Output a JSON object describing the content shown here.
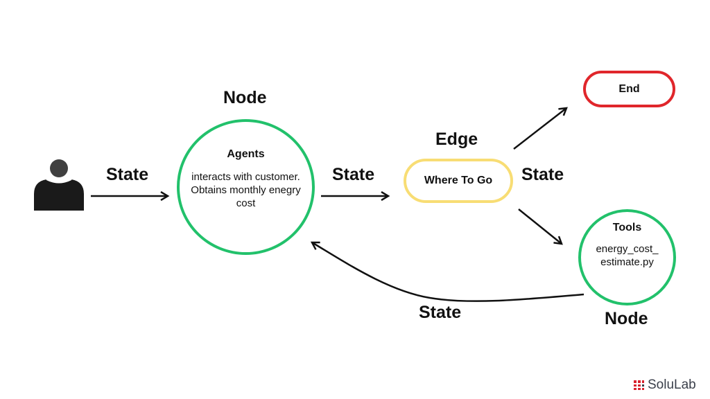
{
  "diagram": {
    "user": {
      "icon": "user-icon"
    },
    "labels": {
      "state_user_to_agent": "State",
      "state_agent_to_edge": "State",
      "state_edge_out": "State",
      "state_tools_to_agent": "State",
      "node_top": "Node",
      "node_bottom": "Node",
      "edge": "Edge"
    },
    "agents_node": {
      "title": "Agents",
      "body": [
        "interacts with customer.",
        "Obtains monthly enegry",
        "cost"
      ]
    },
    "edge_node": {
      "label": "Where To Go"
    },
    "end_node": {
      "label": "End"
    },
    "tools_node": {
      "title": "Tools",
      "body": [
        "energy_cost_",
        "estimate.py"
      ]
    },
    "colors": {
      "node_border": "#22c16b",
      "edge_border": "#f8dd74",
      "end_border": "#e0262b",
      "arrow": "#111111"
    }
  },
  "brand": {
    "name": "SoluLab",
    "icon": "solulab-logo-icon",
    "icon_color": "#d9232e"
  }
}
